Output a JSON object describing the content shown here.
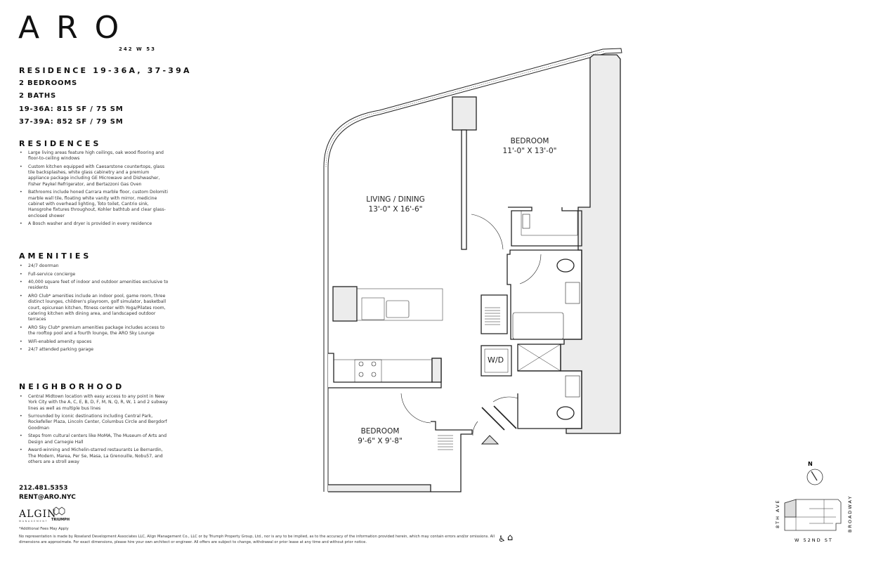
{
  "brand": {
    "logo": "ARO",
    "address": "242 W 53"
  },
  "residence": {
    "title": "RESIDENCE 19-36A, 37-39A",
    "bedrooms": "2 BEDROOMS",
    "baths": "2 BATHS",
    "size_a": "19-36A: 815 SF / 75 SM",
    "size_b": "37-39A: 852 SF / 79 SM"
  },
  "sections": {
    "residences": {
      "heading": "RESIDENCES",
      "items": [
        "Large living areas feature high ceilings, oak wood flooring and floor-to-ceiling windows",
        "Custom kitchen equipped with Caesarstone countertops, glass tile backsplashes, white glass cabinetry and a premium appliance package including GE Microwave and Dishwasher, Fisher Paykel Refrigerator, and Bertazzoni Gas Oven",
        "Bathrooms include honed Carrara marble floor, custom Dolomiti marble wall tile, floating white vanity with mirror, medicine cabinet with overhead lighting, Toto toilet, Cantrio sink, Hansgrohe fixtures throughout, Kohler bathtub and clear glass-enclosed shower",
        "A Bosch washer and dryer is provided in every residence"
      ]
    },
    "amenities": {
      "heading": "AMENITIES",
      "items": [
        "24/7 doorman",
        "Full-service concierge",
        "40,000 square feet of indoor and outdoor amenities exclusive to residents",
        "ARO Club* amenities include an indoor pool, game room, three distinct lounges, children's playroom, golf simulator, basketball court, epicurean kitchen, fitness center with Yoga/Pilates room, catering kitchen with dining area, and landscaped outdoor terraces",
        "ARO Sky Club* premium amenities package includes access to the rooftop pool and a fourth lounge, the ARO Sky Lounge",
        "WiFi-enabled amenity spaces",
        "24/7 attended parking garage"
      ]
    },
    "neighborhood": {
      "heading": "NEIGHBORHOOD",
      "items": [
        "Central Midtown location with easy access to any point in New York City with the A, C, E, B, D, F, M, N, Q, R, W, 1 and 2 subway lines as well as multiple bus lines",
        "Surrounded by iconic destinations including Central Park, Rockefeller Plaza, Lincoln Center, Columbus Circle and Bergdorf Goodman",
        "Steps from cultural centers like MoMA, The Museum of Arts and Design and Carnegie Hall",
        "Award-winning and Michelin-starred restaurants Le Bernardin, The Modern, Marea, Per Se, Masa, La Grenouille, Nobu57, and others are a stroll away"
      ]
    }
  },
  "contact": {
    "phone": "212.481.5353",
    "email": "RENT@ARO.NYC"
  },
  "partners": {
    "algin": "ALGIN",
    "algin_sub": "MANAGEMENT",
    "triumph": "TRIUMPH"
  },
  "footnote": "*Additional Fees May Apply",
  "disclaimer": "No representation is made by Roseland Development Associates LLC, Align Management Co., LLC or by Triumph Property Group, Ltd., nor is any to be implied, as to the accuracy of the information provided herein, which may contain errors and/or omissions. All dimensions are approximate. For exact dimensions, please hire your own architect or engineer. All offers are subject to change, withdrawal or prior lease at any time and without prior notice.",
  "plan": {
    "rooms": [
      {
        "name": "BEDROOM",
        "dims": "11'-0\" X 13'-0\""
      },
      {
        "name": "LIVING / DINING",
        "dims": "13'-0\" X 16'-6\""
      },
      {
        "name": "BEDROOM",
        "dims": "9'-6\" X 9'-8\""
      }
    ],
    "wd_label": "W/D",
    "fill_color": "#ececec"
  },
  "keyplan": {
    "north": "N",
    "west_street": "8TH AVE",
    "east_street": "BROADWAY",
    "south_street": "W 52ND ST"
  },
  "icons": [
    "accessibility-icon",
    "equal-housing-icon",
    "north-arrow-icon",
    "entry-triangle-icon"
  ]
}
